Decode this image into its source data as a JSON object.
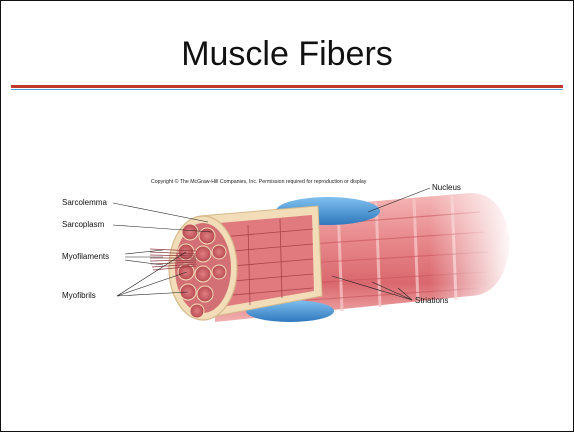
{
  "slide": {
    "title": "Muscle Fibers",
    "copyright": "Copyright © The McGraw-Hill Companies, Inc. Permission required for reproduction or display"
  },
  "figure": {
    "labels": {
      "sarcolemma": "Sarcolemma",
      "sarcoplasm": "Sarcoplasm",
      "myofilaments": "Myofilaments",
      "myofibrils": "Myofibrils",
      "nucleus": "Nucleus",
      "striations": "Striations"
    },
    "colors": {
      "fiber": "#e9878a",
      "fiber_dark": "#c9555c",
      "myofibril": "#d96a6f",
      "sarcolemma": "#f2ddb8",
      "nucleus": "#3f8fd0",
      "title_rule": "#c0392b",
      "title_rule_accent": "#5b9bd5"
    }
  }
}
